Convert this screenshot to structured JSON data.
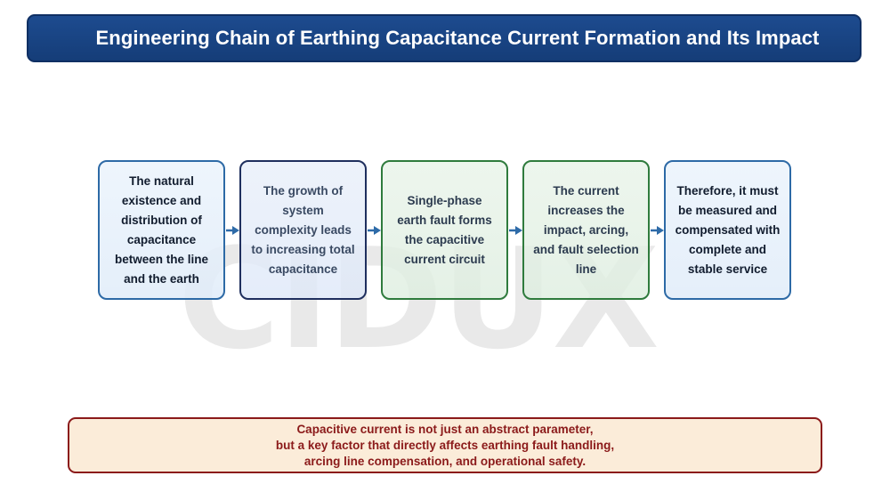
{
  "title": "Engineering Chain of Earthing Capacitance Current Formation and Its Impact",
  "watermark": "CIDUX",
  "steps": [
    {
      "text": "The natural existence and distribution of capacitance between the line and the earth"
    },
    {
      "text": "The growth of system complexity leads to increasing total capacitance"
    },
    {
      "text": "Single-phase earth fault forms the capacitive current circuit"
    },
    {
      "text": "The current increases the impact, arcing, and fault selection line"
    },
    {
      "text": "Therefore, it must be measured and compensated with complete and stable service"
    }
  ],
  "note": {
    "lines": [
      "Capacitive current is not just an abstract parameter,",
      "but a key factor that directly affects earthing fault handling,",
      "arcing line compensation, and operational safety."
    ]
  },
  "colors": {
    "title_bg": "#1d4b8f",
    "arrow": "#2e6ba8",
    "note_border": "#8b1a1a",
    "note_bg": "#fbecd9",
    "green_border": "#2f7b3d",
    "blue_border": "#2d6aa6"
  }
}
